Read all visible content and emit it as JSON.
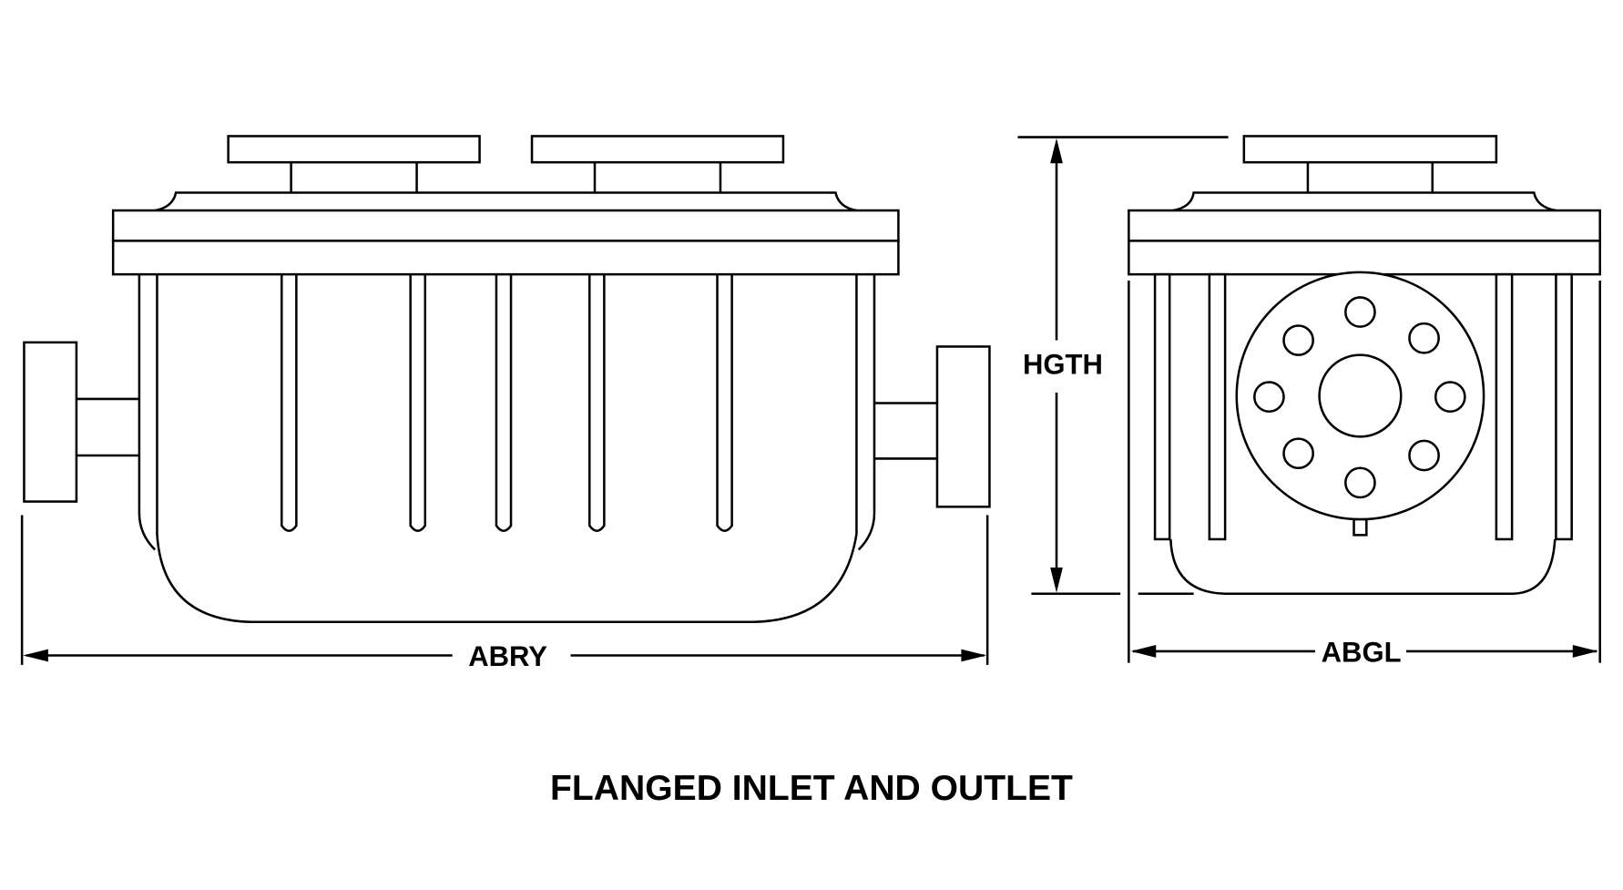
{
  "title": "FLANGED INLET AND OUTLET",
  "dimensions": {
    "length_label": "ABRY",
    "width_label": "ABGL",
    "height_label": "HGTH"
  }
}
